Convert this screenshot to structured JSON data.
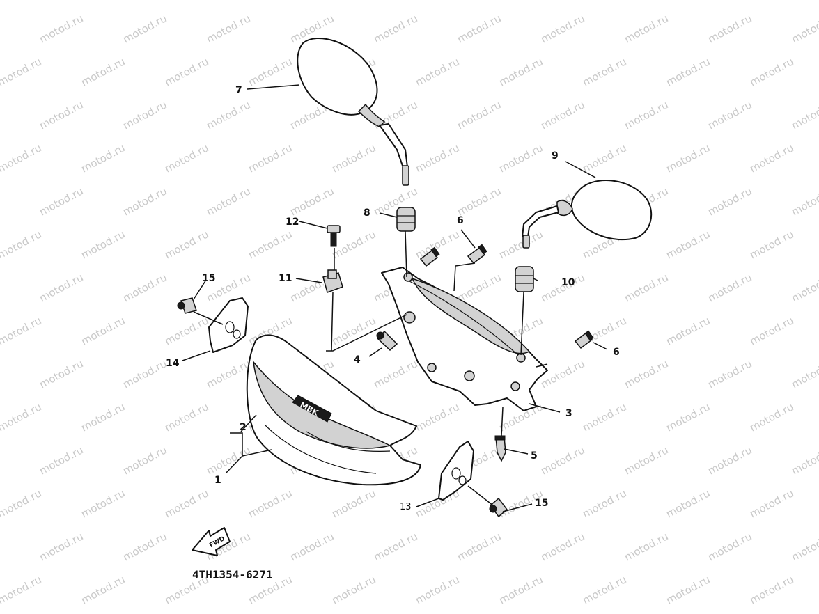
{
  "watermark": {
    "text": "motod.ru"
  },
  "diagram": {
    "part_code": "4TH1354-6271",
    "forward_arrow_label": "FWD",
    "badge_text": "MBK",
    "callouts": {
      "c1": "1",
      "c2": "2",
      "c3": "3",
      "c4": "4",
      "c5": "5",
      "c6a": "6",
      "c6b": "6",
      "c7": "7",
      "c8": "8",
      "c9": "9",
      "c10": "10",
      "c11": "11",
      "c12": "12",
      "c13": "13",
      "c14": "14",
      "c15a": "15",
      "c15b": "15"
    }
  }
}
